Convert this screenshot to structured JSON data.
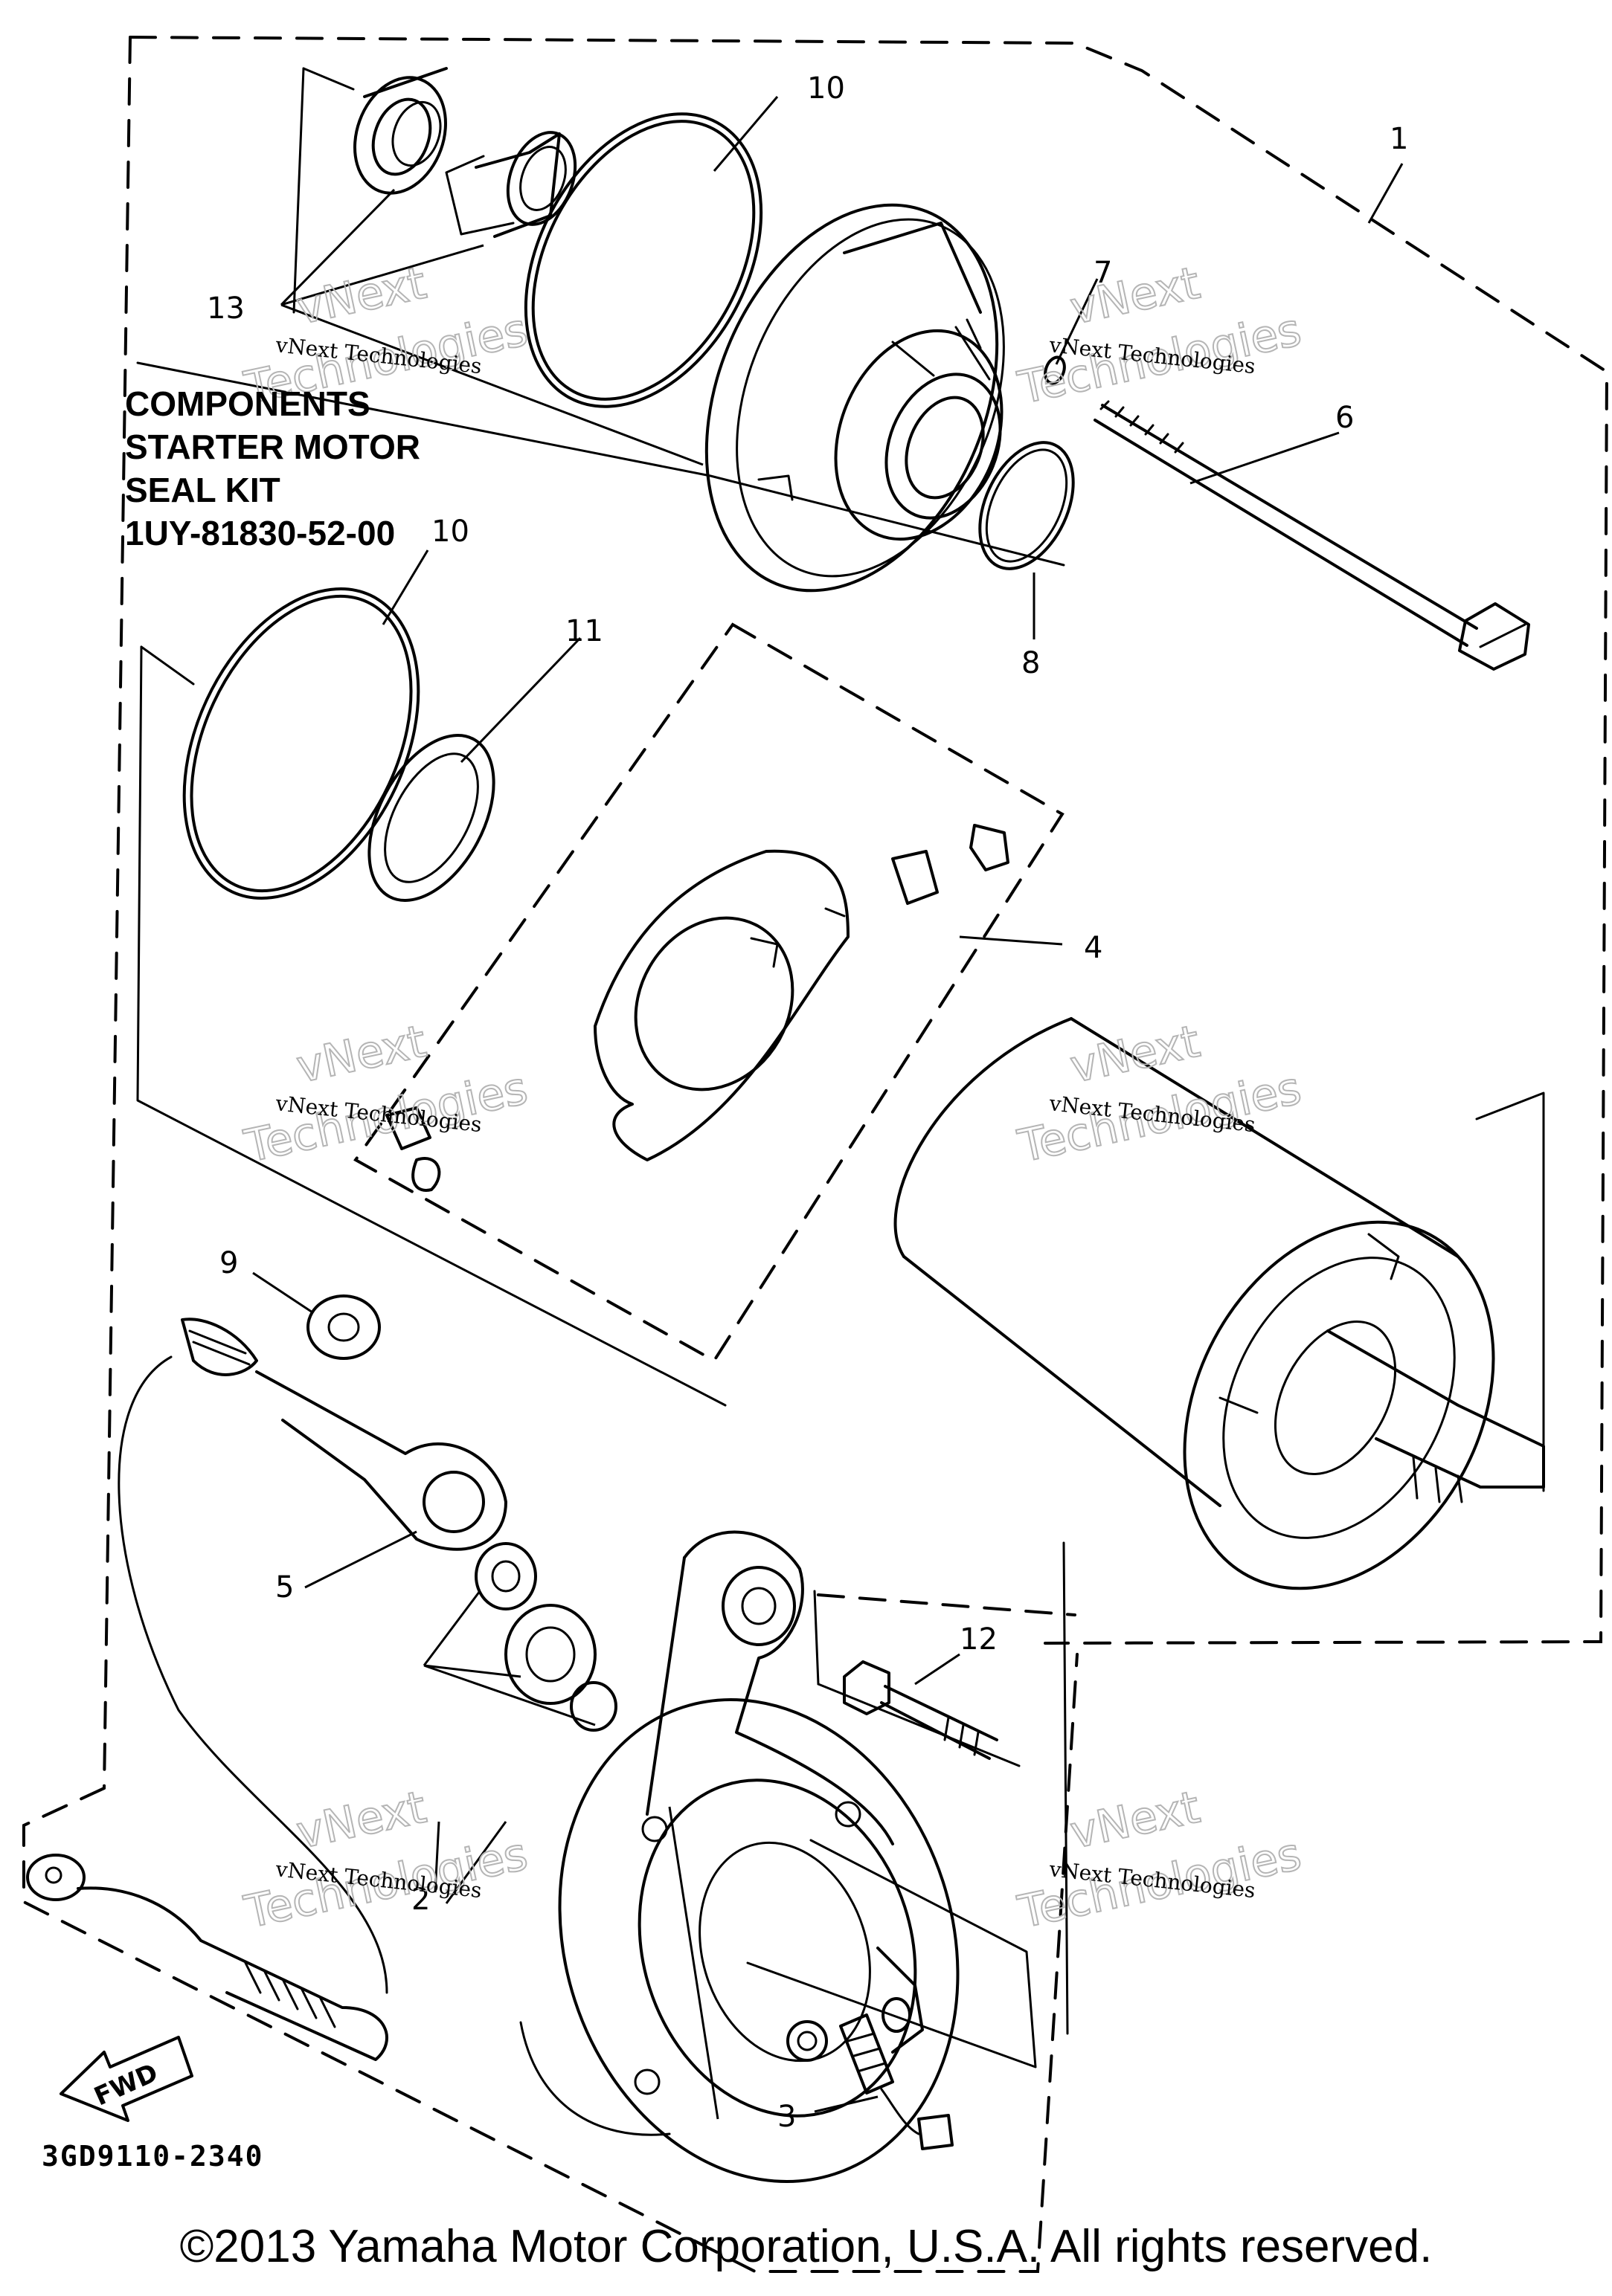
{
  "diagram": {
    "kit_label": {
      "lines": [
        "COMPONENTS",
        "STARTER MOTOR",
        "SEAL KIT",
        "1UY-81830-52-00"
      ]
    },
    "callouts": [
      {
        "id": "c1",
        "label": "1"
      },
      {
        "id": "c2",
        "label": "2"
      },
      {
        "id": "c3",
        "label": "3"
      },
      {
        "id": "c4",
        "label": "4"
      },
      {
        "id": "c5",
        "label": "5"
      },
      {
        "id": "c6",
        "label": "6"
      },
      {
        "id": "c7",
        "label": "7"
      },
      {
        "id": "c8",
        "label": "8"
      },
      {
        "id": "c9",
        "label": "9"
      },
      {
        "id": "c10a",
        "label": "10"
      },
      {
        "id": "c10b",
        "label": "10"
      },
      {
        "id": "c11",
        "label": "11"
      },
      {
        "id": "c12",
        "label": "12"
      },
      {
        "id": "c13",
        "label": "13"
      }
    ],
    "fwd_label": "FWD",
    "watermark": {
      "line1": "vNext Technologies",
      "ghost_top": "vNext",
      "ghost_bottom": "Technologies"
    },
    "drawing_number": "3GD9110-2340",
    "copyright": "©2013 Yamaha Motor Corporation, U.S.A. All rights reserved."
  }
}
